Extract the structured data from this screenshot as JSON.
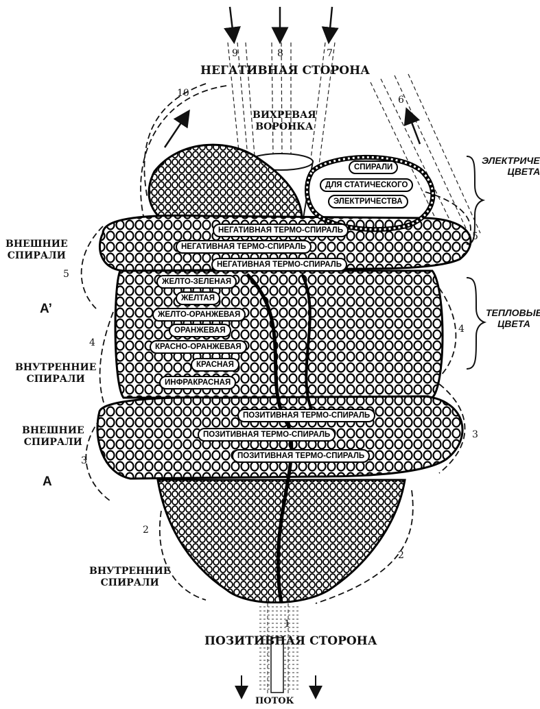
{
  "title_top": "НЕГАТИВНАЯ СТОРОНА",
  "title_bottom": "ПОЗИТИВНАЯ СТОРОНА",
  "flow_label": "ПОТОК",
  "vortex_funnel": [
    "ВИХРЕВАЯ",
    "ВОРОНКА"
  ],
  "side_labels": {
    "outer_upper": [
      "ВНЕШНИЕ",
      "СПИРАЛИ"
    ],
    "inner_mid": [
      "ВНУТРЕННИЕ",
      "СПИРАЛИ"
    ],
    "outer_lower": [
      "ВНЕШНИЕ",
      "СПИРАЛИ"
    ],
    "inner_bottom": [
      "ВНУТРЕННИЕ",
      "СПИРАЛИ"
    ],
    "a_prime": "A’",
    "a": "A",
    "electric_colors": [
      "ЭЛЕКТРИЧЕСКИЕ",
      "ЦВЕТА"
    ],
    "thermal_colors": [
      "ТЕПЛОВЫЕ",
      "ЦВЕТА"
    ]
  },
  "static_coil": [
    "СПИРАЛИ",
    "ДЛЯ СТАТИЧЕСКОГО",
    "ЭЛЕКТРИЧЕСТВА"
  ],
  "negative_coils": [
    "НЕГАТИВНАЯ ТЕРМО-СПИРАЛЬ",
    "НЕГАТИВНАЯ ТЕРМО-СПИРАЛЬ",
    "НЕГАТИВНАЯ ТЕРМО-СПИРАЛЬ"
  ],
  "color_coils": [
    "ЖЕЛТО-ЗЕЛЕНАЯ",
    "ЖЕЛТАЯ",
    "ЖЕЛТО-ОРАНЖЕВАЯ",
    "ОРАНЖЕВАЯ",
    "КРАСНО-ОРАНЖЕВАЯ",
    "КРАСНАЯ",
    "ИНФРАКРАСНАЯ"
  ],
  "positive_coils": [
    "ПОЗИТИВНАЯ ТЕРМО-СПИРАЛЬ",
    "ПОЗИТИВНАЯ ТЕРМО-СПИРАЛЬ",
    "ПОЗИТИВНАЯ ТЕРМО-СПИРАЛЬ"
  ],
  "stream_numbers": {
    "n9": "9",
    "n8": "8",
    "n7": "7",
    "n10": "10",
    "n6": "6",
    "n1": "1"
  },
  "orbit_numbers": {
    "left5": "5",
    "right5": "5",
    "left4": "4",
    "right4": "4",
    "left3": "3",
    "right3": "3",
    "left2": "2",
    "right2": "2"
  },
  "colors": {
    "ink": "#111111",
    "paper": "#ffffff"
  }
}
